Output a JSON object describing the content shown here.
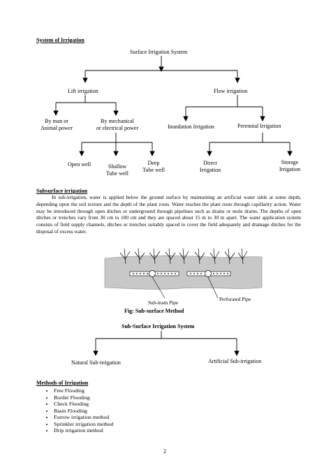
{
  "section1": {
    "heading": "System of Irrigation",
    "root": "Surface Irrigation System",
    "lift": "Lift irrigation",
    "flow": "Flow irrigation",
    "man_animal": [
      "By man or",
      "Animal power"
    ],
    "mechanical": [
      "By mechanical",
      "or electrical power"
    ],
    "open_well": "Open well",
    "shallow": [
      "Shallow",
      "Tube well"
    ],
    "deep": [
      "Deep",
      "Tube well"
    ],
    "inundation": "Inundation Irrigation",
    "perennial": "Perennial Irrigation",
    "direct": [
      "Direct",
      "Irrigation"
    ],
    "storage": [
      "Storage",
      "Irrigation"
    ]
  },
  "section2": {
    "heading": "Subsurface irrigation",
    "paragraph": "In sub-irrigation, water is applied below the ground surface by maintaining an artificial water table at some depth, depending upon the soil texture and the depth of the plant roots. Water reaches the plant roots through capillarity action. Water may be introduced through open ditches or underground through pipelines such as drains or mole drains. The depths of open ditches or trenches vary from 30 cm to 100 cm and they are spaced about 15 m to 30 m apart. The water application system consists of field supply channels, ditches or trenches suitably spaced to cover the field adequately and drainage ditches for the disposal of excess water.",
    "label_perforated": "Perforated Pipe",
    "label_submain": "Sub-main Pipe",
    "fig_caption": "Fig: Sub-surface Method",
    "tree_root": "Sub-Surface Irrigation System",
    "natural": "Natural Sub-irrigation",
    "artificial": "Artificial Sub-irrigation"
  },
  "section3": {
    "heading": "Methods of Irrigation",
    "items": [
      "Free Flooding",
      "Border Flooding",
      "Check Flooding",
      "Basin Flooding",
      "Furrow irrigation method",
      "Sprinkler irrigation method",
      "Drip irrigation method"
    ]
  },
  "page_number": "2"
}
